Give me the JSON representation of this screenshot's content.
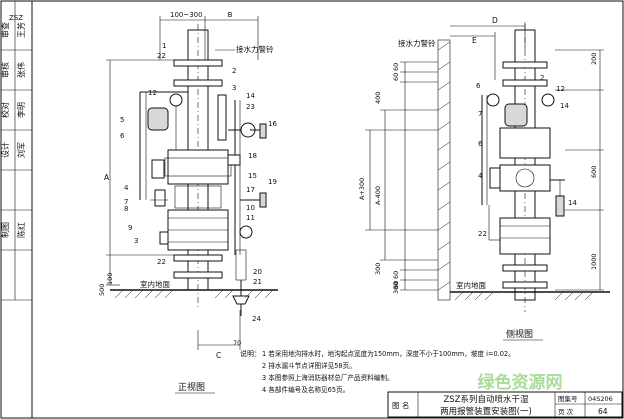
{
  "left_strip": {
    "cells": [
      "审查",
      "王芳",
      "审核",
      "张伟",
      "校对",
      "李明",
      "设计",
      "刘军",
      "制图",
      "陈红"
    ],
    "corner_mark": "ZSZ"
  },
  "front_view": {
    "title": "正视图",
    "dims": {
      "top": "100~300",
      "b": "B",
      "a": "A",
      "d500": "500",
      "d100": "100",
      "c": "C",
      "d70": "70"
    },
    "labels": {
      "alarm_bell": "接水力警铃",
      "floor": "室内地面"
    },
    "callouts": [
      "1",
      "22",
      "12",
      "2",
      "3",
      "14",
      "23",
      "16",
      "5",
      "6",
      "18",
      "15",
      "4",
      "17",
      "19",
      "7",
      "8",
      "9",
      "10",
      "11",
      "3",
      "22",
      "20",
      "21",
      "24"
    ]
  },
  "side_view": {
    "title": "侧视图",
    "dims": {
      "d": "D",
      "e": "E",
      "d60a": "60",
      "d60b": "60",
      "d200": "200",
      "d400": "400",
      "d300": "300",
      "a300": "A+300",
      "a400": "A-400",
      "d600": "600",
      "d1000": "1000",
      "d300b": "300",
      "d60c": "60",
      "d60d": "60"
    },
    "labels": {
      "alarm_bell": "接水力警铃",
      "floor": "室内地面"
    },
    "callouts": [
      "2",
      "6",
      "12",
      "14",
      "7",
      "6",
      "4",
      "22",
      "14"
    ]
  },
  "notes": {
    "heading": "说明：",
    "items": [
      "1   若采用地沟排水时，地沟起点宽度为150mm，深度不小于100mm，坡度 i=0.02。",
      "2   排水漏斗节点详图详见58页。",
      "3   本图参照上海消防器材总厂产品资料编制。",
      "4   各部件编号及名称见65页。"
    ]
  },
  "title_block": {
    "tu_ming": "图  名",
    "title_line1": "ZSZ系列自动喷水干湿",
    "title_line2": "两用报警装置安装图(一)",
    "atlas_label": "图集号",
    "atlas_no": "04S206",
    "page_label": "页  次",
    "page_no": "64"
  },
  "watermark": "绿色资源网"
}
